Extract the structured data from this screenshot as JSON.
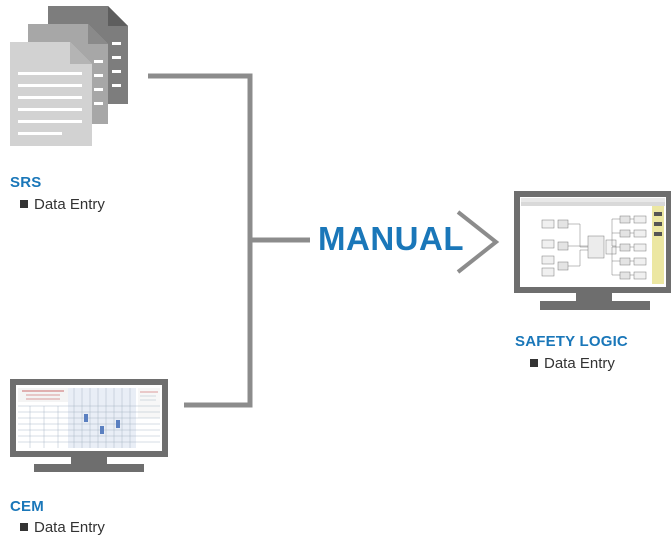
{
  "center_label": "MANUAL",
  "sources": [
    {
      "name": "SRS",
      "items": [
        "Data Entry"
      ]
    },
    {
      "name": "CEM",
      "items": [
        "Data Entry"
      ]
    }
  ],
  "target": {
    "name": "SAFETY LOGIC",
    "items": [
      "Data Entry"
    ]
  },
  "icons": [
    "documents-icon",
    "monitor-cem-icon",
    "monitor-logic-icon",
    "arrow-chevron-icon"
  ],
  "colors": {
    "accent": "#1a77b9",
    "connector": "#8c8c8c",
    "monitor": "#6e6e6e"
  }
}
